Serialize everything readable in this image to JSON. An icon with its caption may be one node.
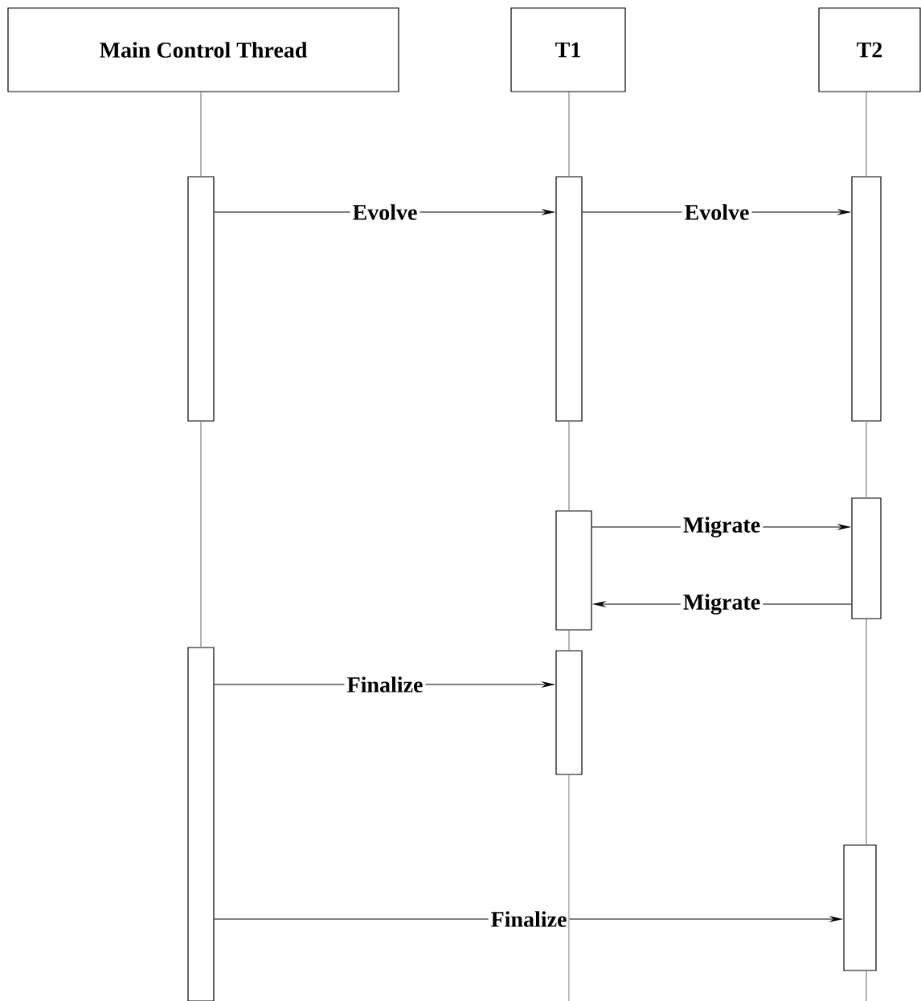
{
  "diagram": {
    "nodes": [
      {
        "text": [
          "Main Control Thread"
        ]
      },
      {
        "text": [
          "T1"
        ]
      },
      {
        "text": [
          "T2"
        ]
      },
      {
        "text": [],
        "shape": "bar"
      },
      {
        "text": [],
        "shape": "bar"
      },
      {
        "text": [],
        "shape": "bar"
      },
      {
        "text": [],
        "shape": "bar"
      },
      {
        "text": [],
        "shape": "bar"
      },
      {
        "text": [],
        "shape": "bar"
      },
      {
        "text": [],
        "shape": "bar"
      },
      {
        "text": [],
        "shape": "bar"
      }
    ],
    "edges": [
      {
        "from": 3,
        "to": 4,
        "arrow": "to",
        "label": "Evolve",
        "color": "#000000"
      },
      {
        "from": 4,
        "to": 5,
        "arrow": "to",
        "label": "Evolve",
        "color": "#000000"
      },
      {
        "from": 7,
        "to": 6,
        "arrow": "to",
        "label": "Migrate",
        "color": "#000000"
      },
      {
        "from": 6,
        "to": 7,
        "arrow": "to",
        "label": "Migrate",
        "color": "#000000"
      },
      {
        "from": 8,
        "to": 9,
        "arrow": "to",
        "label": "Finalize",
        "color": "#000000"
      },
      {
        "from": 8,
        "to": 10,
        "arrow": "to",
        "label": "Finalize",
        "color": "#000000"
      },
      {
        "from": 0,
        "to": 3,
        "arrow": "none",
        "color": "#808080"
      },
      {
        "from": 3,
        "to": 8,
        "arrow": "none",
        "color": "#808080"
      },
      {
        "from": 1,
        "to": 4,
        "arrow": "none",
        "color": "#808080"
      },
      {
        "from": 4,
        "to": 7,
        "arrow": "none",
        "color": "#808080"
      },
      {
        "from": 7,
        "to": 9,
        "arrow": "none",
        "color": "#808080"
      },
      {
        "from": 9,
        "to": null,
        "arrow": "none",
        "color": "#808080"
      },
      {
        "from": 2,
        "to": 5,
        "arrow": "none",
        "color": "#808080"
      },
      {
        "from": 5,
        "to": 6,
        "arrow": "none",
        "color": "#808080"
      },
      {
        "from": 6,
        "to": 10,
        "arrow": "none",
        "color": "#808080"
      },
      {
        "from": 10,
        "to": null,
        "arrow": "none",
        "color": "#808080"
      }
    ]
  }
}
